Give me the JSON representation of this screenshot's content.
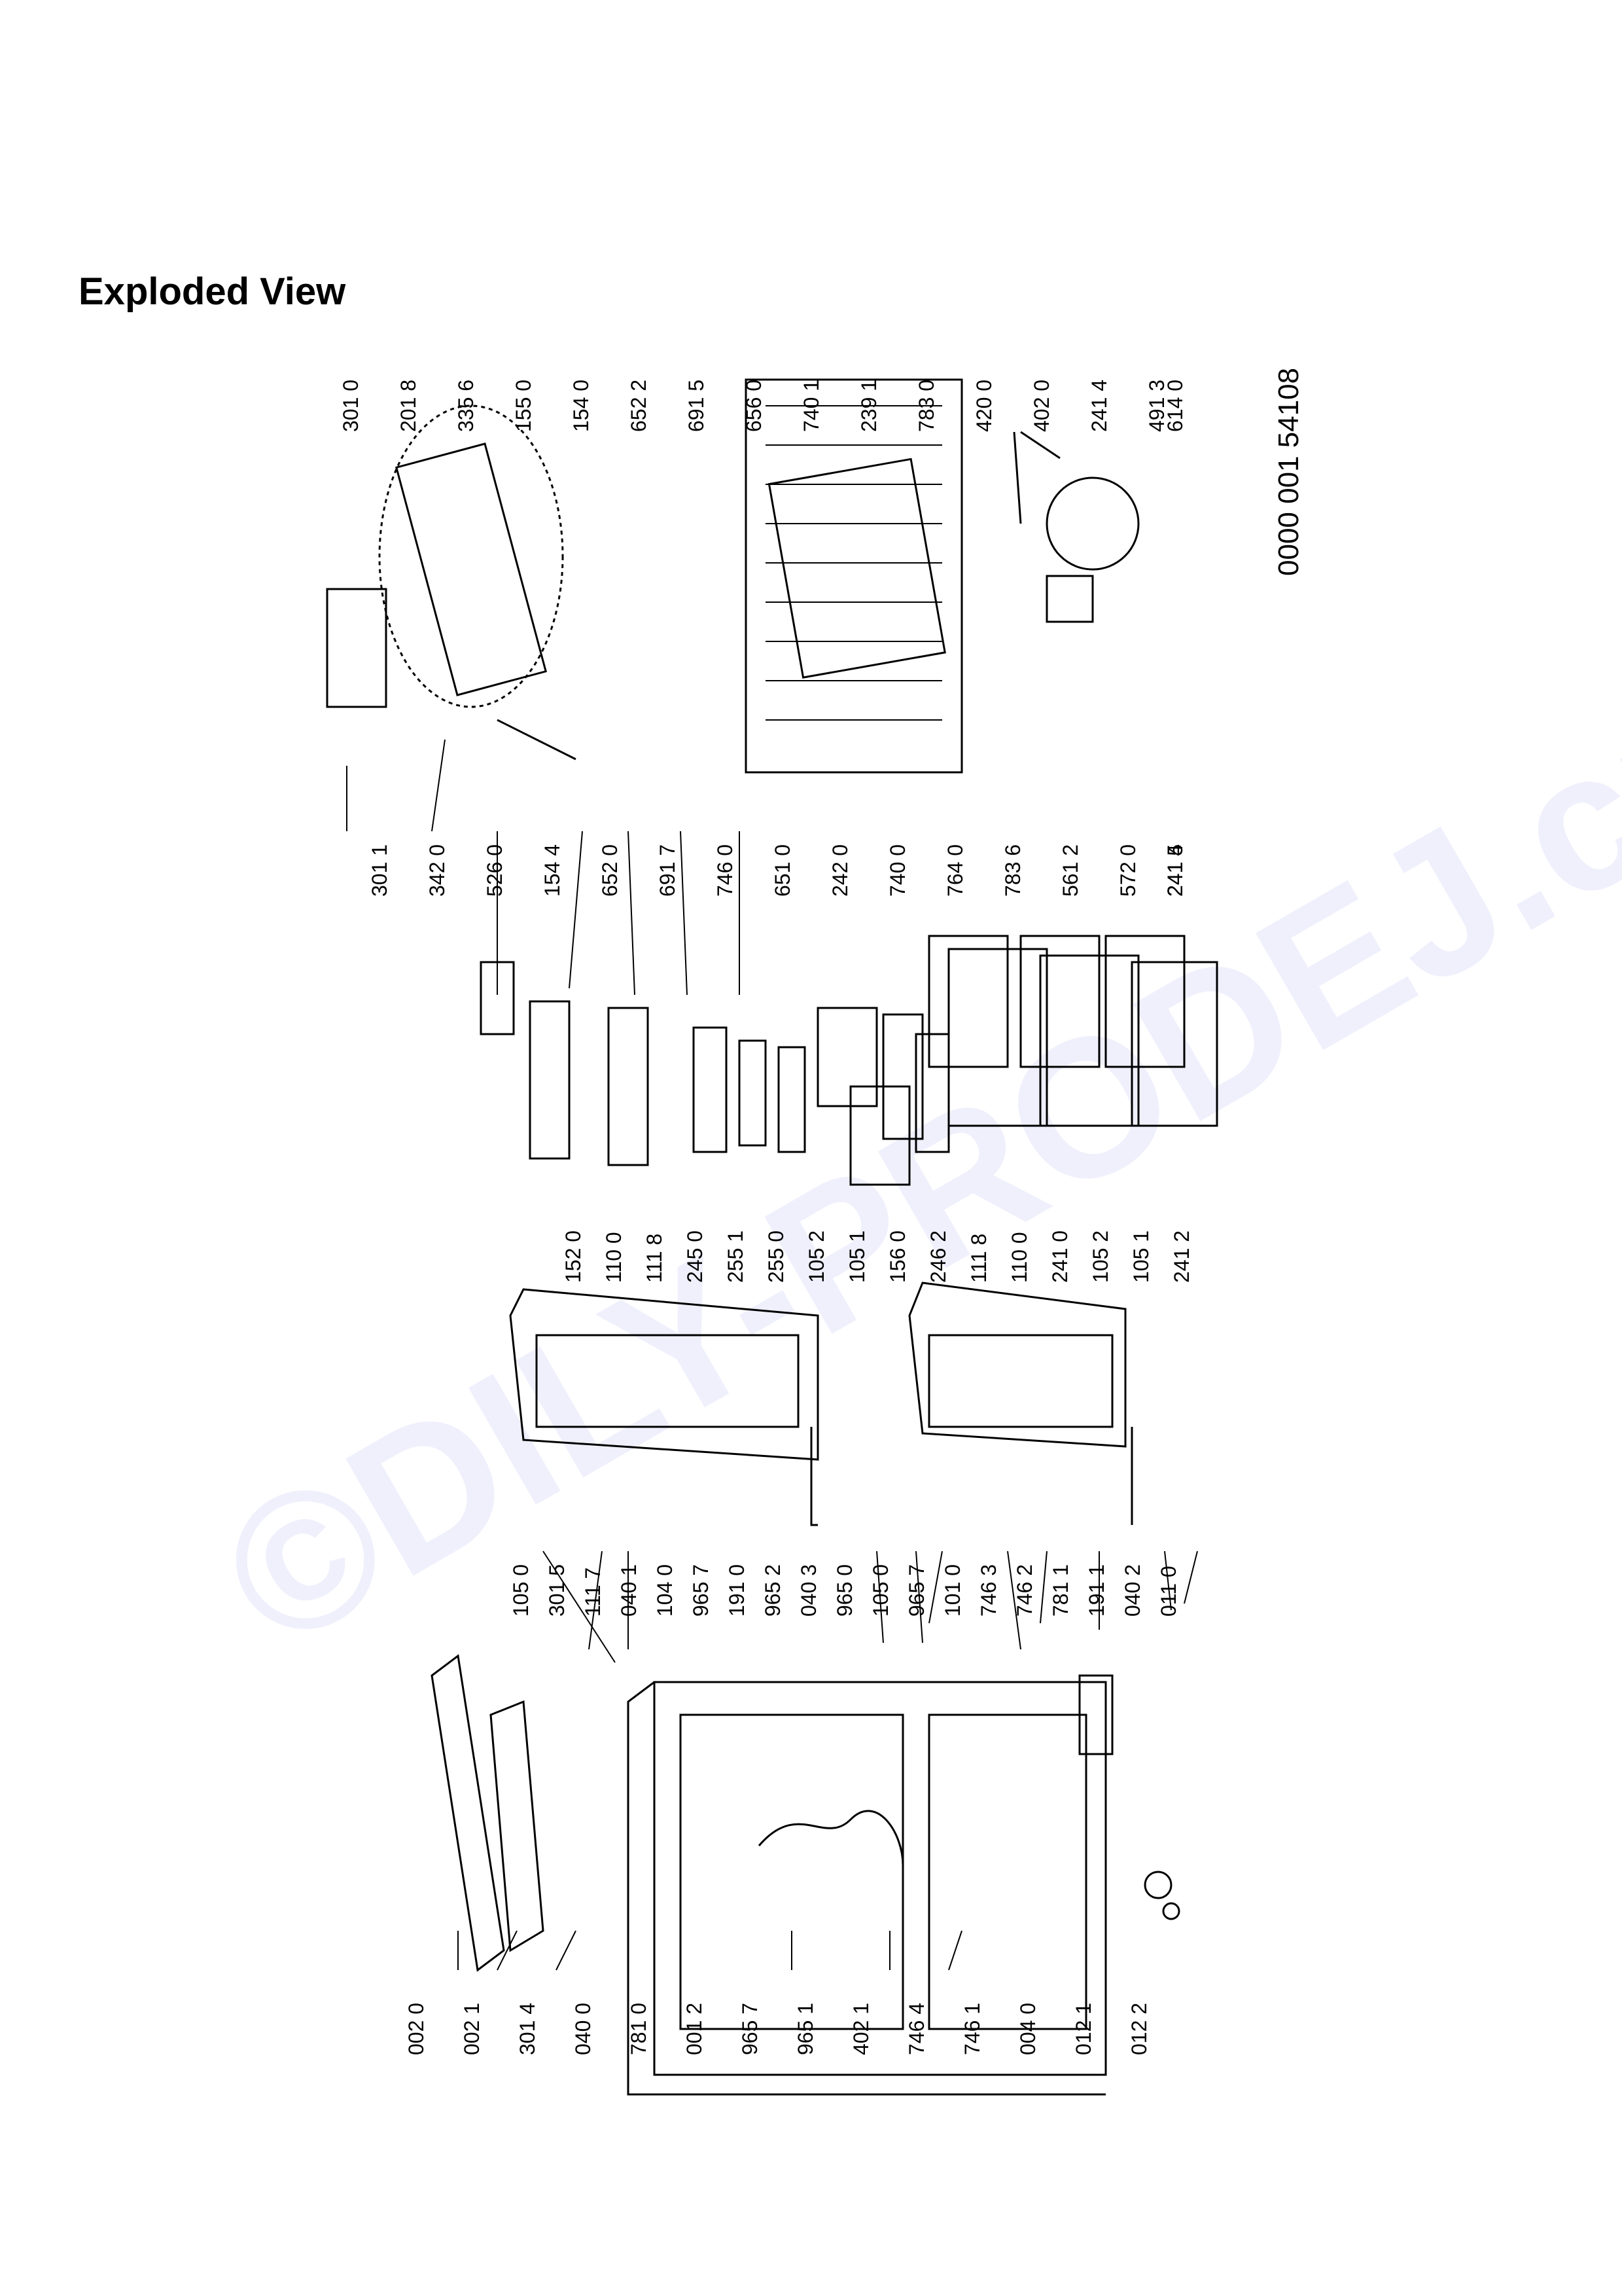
{
  "title": "Exploded View",
  "watermark": "©DILY-PRODEJ.cz",
  "document_number": "0000 001 54108",
  "colors": {
    "line": "#000000",
    "watermark": "#6e6eeb"
  },
  "labels": {
    "top": [
      "301 0",
      "301 1",
      "201 8",
      "342 0",
      "335 6",
      "526 0",
      "155 0",
      "154 4",
      "154 0",
      "652 0",
      "652 2",
      "691 7",
      "691 5",
      "746 0",
      "656 0",
      "651 0",
      "740 1",
      "242 0",
      "239 1",
      "740 0",
      "783 0",
      "764 0",
      "420 0",
      "783 6",
      "402 0",
      "561 2",
      "241 4",
      "572 0",
      "491 3",
      "241 4",
      "614 0",
      "241 5"
    ],
    "middle": [
      "152 0",
      "110 0",
      "111 8",
      "245 0",
      "255 1",
      "255 0",
      "105 2",
      "105 1",
      "156 0",
      "246 2",
      "111 8",
      "110 0",
      "241 0",
      "105 2",
      "105 1",
      "241 2"
    ],
    "bottom": [
      "105 0",
      "301 5",
      "111 7",
      "040 1",
      "104 0",
      "965 7",
      "191 0",
      "965 2",
      "040 3",
      "965 0",
      "105 0",
      "965 7",
      "101 0",
      "746 3",
      "746 2",
      "781 1",
      "191 1",
      "040 2",
      "011 0",
      "002 0",
      "002 1",
      "301 4",
      "040 0",
      "781 0",
      "001 2",
      "965 7",
      "965 1",
      "402 1",
      "746 4",
      "746 1",
      "004 0",
      "012 1",
      "012 2"
    ]
  }
}
